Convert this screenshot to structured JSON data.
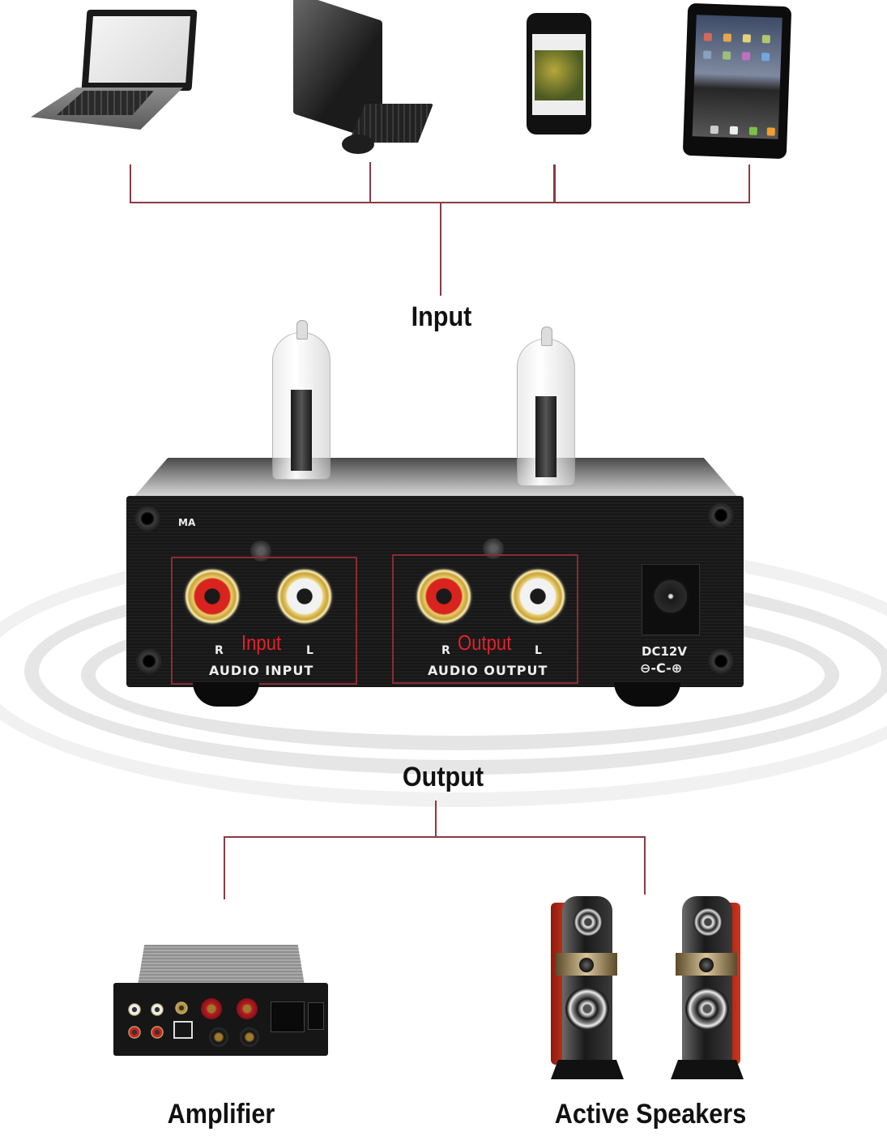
{
  "diagram": {
    "title_input": "Input",
    "title_output": "Output",
    "connector_color": "#8a3a44",
    "input_sources": [
      {
        "name": "laptop",
        "label": ""
      },
      {
        "name": "all-in-one-desktop",
        "label": ""
      },
      {
        "name": "smartphone",
        "label": ""
      },
      {
        "name": "tablet",
        "label": ""
      }
    ],
    "device": {
      "name": "tube-preamplifier",
      "brand_mark": "MA",
      "input_panel": {
        "overlay_label": "Input",
        "left_letter": "R",
        "right_letter": "L",
        "caption": "AUDIO INPUT"
      },
      "output_panel": {
        "overlay_label": "Output",
        "left_letter": "R",
        "right_letter": "L",
        "caption": "AUDIO OUTPUT"
      },
      "power": {
        "label": "DC12V",
        "polarity_symbol": "⊖-C-⊕"
      },
      "colors": {
        "panel": "#1a1a1a",
        "highlight_box": "#8a2c33",
        "overlay_text": "#e0232a",
        "rca_red": "#d9231f",
        "rca_white": "#f2f2f2"
      }
    },
    "outputs": [
      {
        "name": "amplifier",
        "label": "Amplifier"
      },
      {
        "name": "active-speakers",
        "label": "Active Speakers"
      }
    ]
  }
}
